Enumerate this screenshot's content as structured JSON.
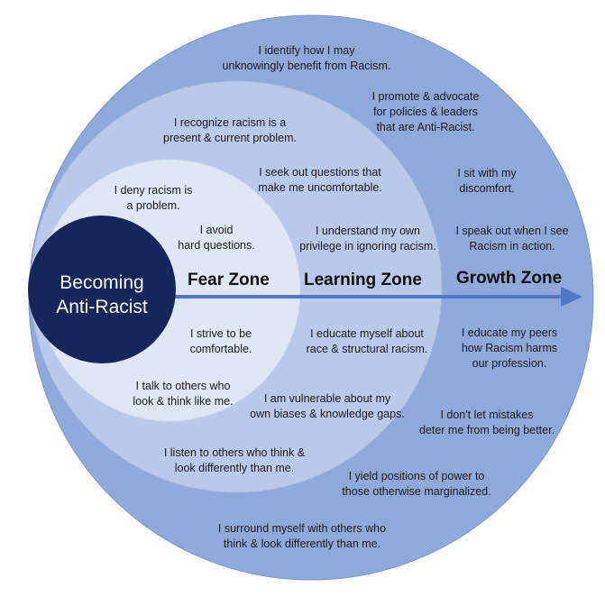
{
  "core": {
    "label": "Becoming\nAnti-Racist"
  },
  "zones": {
    "fear": "Fear Zone",
    "learning": "Learning Zone",
    "growth": "Growth Zone"
  },
  "fear_statements": [
    "I deny racism is\na problem.",
    "I avoid\nhard questions.",
    "I strive to be\ncomfortable.",
    "I talk to others who\nlook & think like me."
  ],
  "learning_statements": [
    "I recognize racism is a\npresent & current problem.",
    "I seek out questions that\nmake me uncomfortable.",
    "I  understand my own\nprivilege in ignoring racism.",
    "I educate myself about\nrace & structural racism.",
    "I  am vulnerable about my\nown biases & knowledge gaps.",
    "I listen to others who think &\nlook differently than me."
  ],
  "growth_statements": [
    "I  identify how I may\nunknowingly benefit from Racism.",
    "I promote & advocate\nfor policies & leaders\nthat are Anti-Racist.",
    "I sit with my\ndiscomfort.",
    "I  speak out when I see\nRacism in action.",
    "I educate my peers\nhow Racism harms\nour profession.",
    "I don't let mistakes\ndeter me from being better.",
    "I yield positions of power to\nthose otherwise marginalized.",
    "I  surround myself with others who\nthink & look differently than me."
  ],
  "colors": {
    "growth_fill": "#8fa9da",
    "learning_fill": "#b9c9e9",
    "fear_fill": "#dfe6f6",
    "core_fill": "#14265a",
    "arrow": "#4f78c8"
  }
}
